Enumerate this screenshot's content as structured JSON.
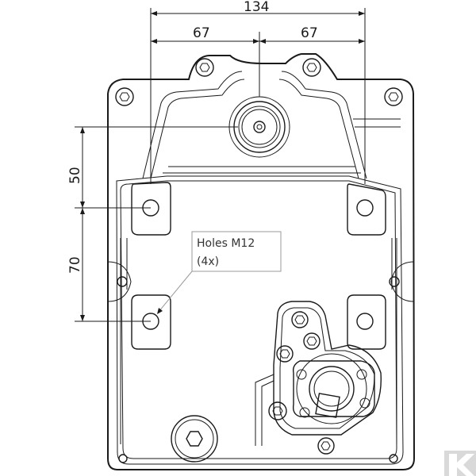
{
  "dimensions": {
    "overall_width": "134",
    "left_half": "67",
    "right_half": "67",
    "vertical_upper": "50",
    "vertical_lower": "70"
  },
  "note": {
    "line1": "Holes M12",
    "line2": "(4x)"
  },
  "colors": {
    "line": "#1a1a1a",
    "note_border": "#9a9a9a",
    "logo_bg": "#d9d9d9",
    "logo_fg": "#ffffff"
  },
  "logo": {
    "icon": "k-logo-icon"
  }
}
